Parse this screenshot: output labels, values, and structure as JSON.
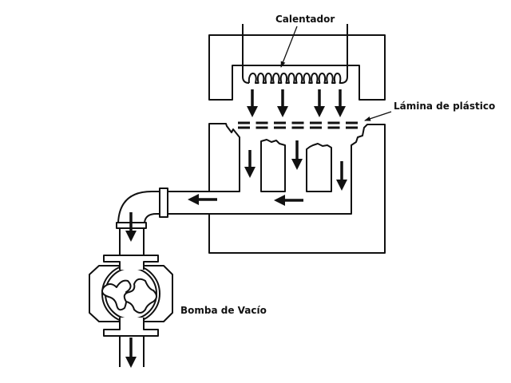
{
  "labels": {
    "heater": "Calentador",
    "plastic_sheet": "Lámina de plástico",
    "vacuum_pump": "Bomba de Vacío"
  },
  "colors": {
    "line": "#111111",
    "background": "#ffffff"
  }
}
